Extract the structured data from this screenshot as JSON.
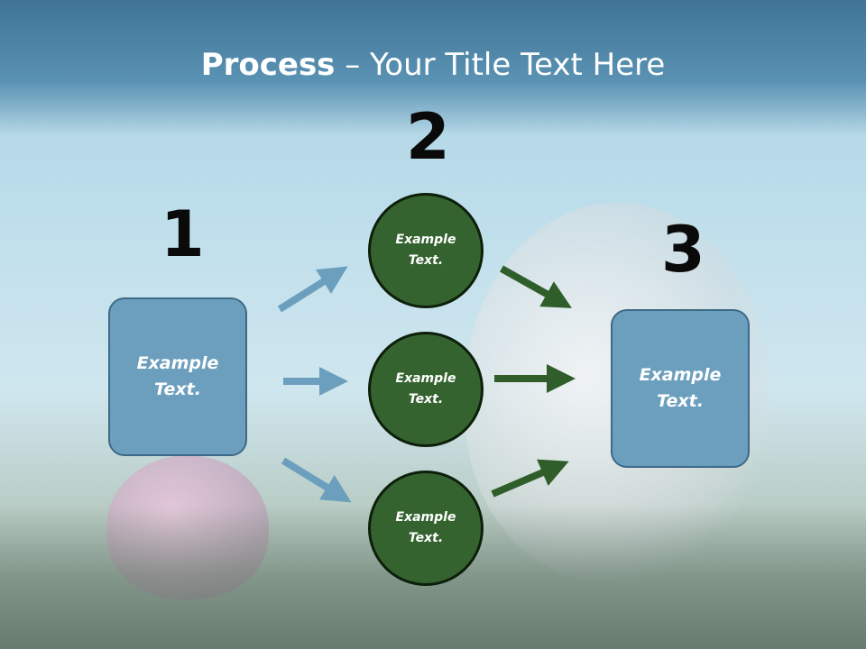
{
  "title": {
    "bold": "Process",
    "rest": " – Your Title Text Here"
  },
  "steps": {
    "one": "1",
    "two": "2",
    "three": "3"
  },
  "boxes": {
    "left": "Example Text.",
    "right": "Example Text."
  },
  "circles": {
    "top": "Example Text.",
    "middle": "Example Text.",
    "bottom": "Example Text."
  },
  "colors": {
    "box_fill": "#6c9fbe",
    "circle_fill": "#35632f",
    "arrow_blue": "#6c9fbe",
    "arrow_green": "#2f5e2a",
    "title_band": "#4a82a4"
  }
}
